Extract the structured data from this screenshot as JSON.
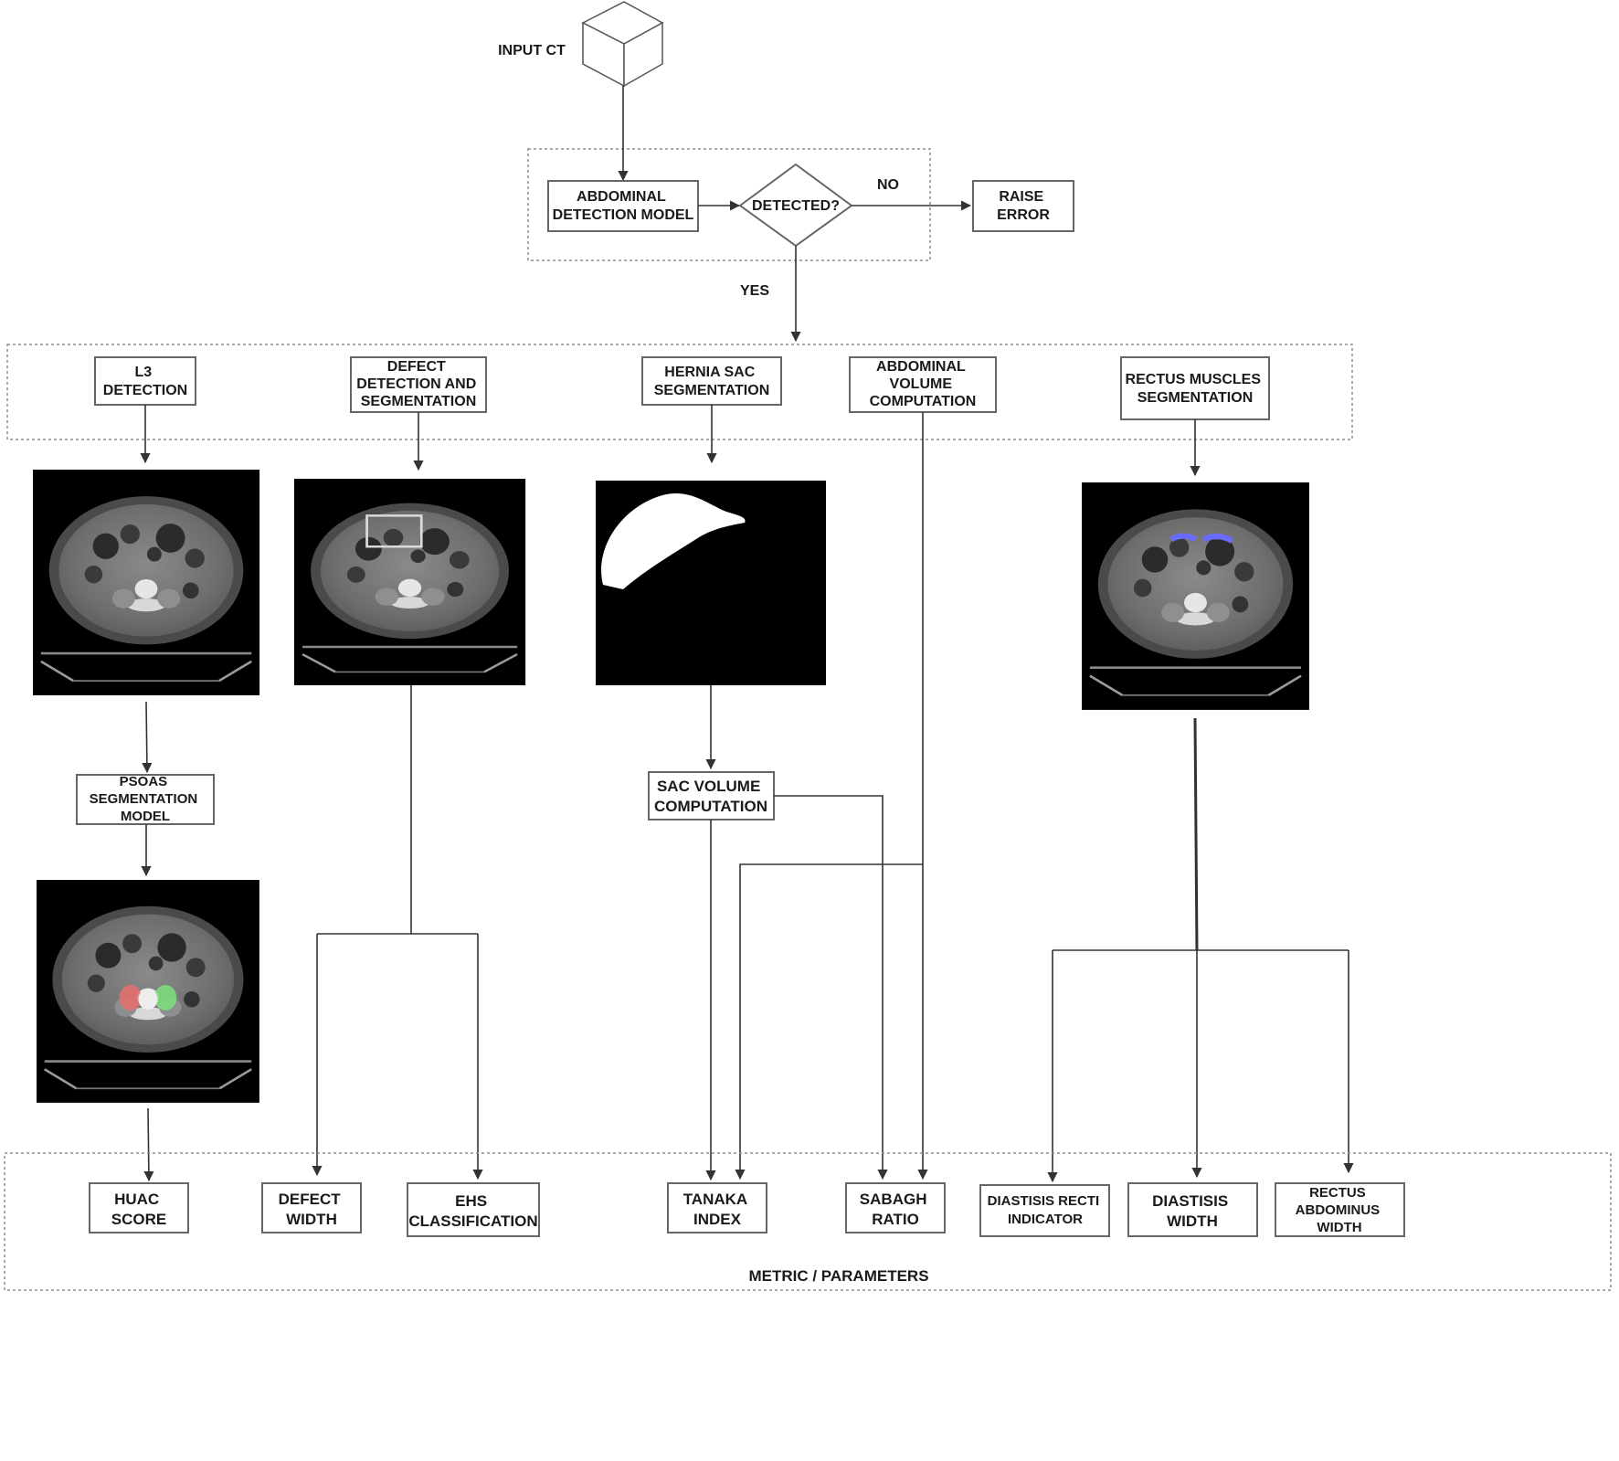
{
  "input": {
    "label": "INPUT CT"
  },
  "detection_stage": {
    "model_label": [
      "ABDOMINAL",
      "DETECTION MODEL"
    ],
    "decision_label": "DETECTED?",
    "no_label": "NO",
    "yes_label": "YES",
    "error_label": [
      "RAISE",
      "ERROR"
    ]
  },
  "modules": {
    "l3": [
      "L3",
      "DETECTION"
    ],
    "defect": [
      "DEFECT",
      "DETECTION AND",
      "SEGMENTATION"
    ],
    "sac": [
      "HERNIA SAC",
      "SEGMENTATION"
    ],
    "volume": [
      "ABDOMINAL",
      "VOLUME",
      "COMPUTATION"
    ],
    "rectus": [
      "RECTUS MUSCLES",
      "SEGMENTATION"
    ]
  },
  "intermediate": {
    "psoas": [
      "PSOAS",
      "SEGMENTATION",
      "MODEL"
    ],
    "sac_volume": [
      "SAC VOLUME",
      "COMPUTATION"
    ]
  },
  "images": {
    "l3_ct": "ct-scan-image",
    "defect_ct": "ct-scan-image",
    "sac_mask": "segmentation-mask-image",
    "rectus_ct": "ct-scan-image",
    "psoas_ct": "ct-scan-image"
  },
  "metrics": {
    "huac": [
      "HUAC",
      "SCORE"
    ],
    "defect_width": [
      "DEFECT",
      "WIDTH"
    ],
    "ehs": [
      "EHS",
      "CLASSIFICATION"
    ],
    "tanaka": [
      "TANAKA",
      "INDEX"
    ],
    "sabagh": [
      "SABAGH",
      "RATIO"
    ],
    "diastasis_indicator": [
      "DIASTISIS RECTI",
      "INDICATOR"
    ],
    "diastasis_width": [
      "DIASTISIS",
      "WIDTH"
    ],
    "rectus_width": [
      "RECTUS",
      "ABDOMINUS",
      "WIDTH"
    ]
  },
  "footer": {
    "label": "METRIC / PARAMETERS"
  },
  "colors": {
    "scan_bg": "#000000",
    "psoas_left": "#e87070",
    "psoas_right": "#7ce07c",
    "rectus_overlay": "#6a6cff"
  }
}
